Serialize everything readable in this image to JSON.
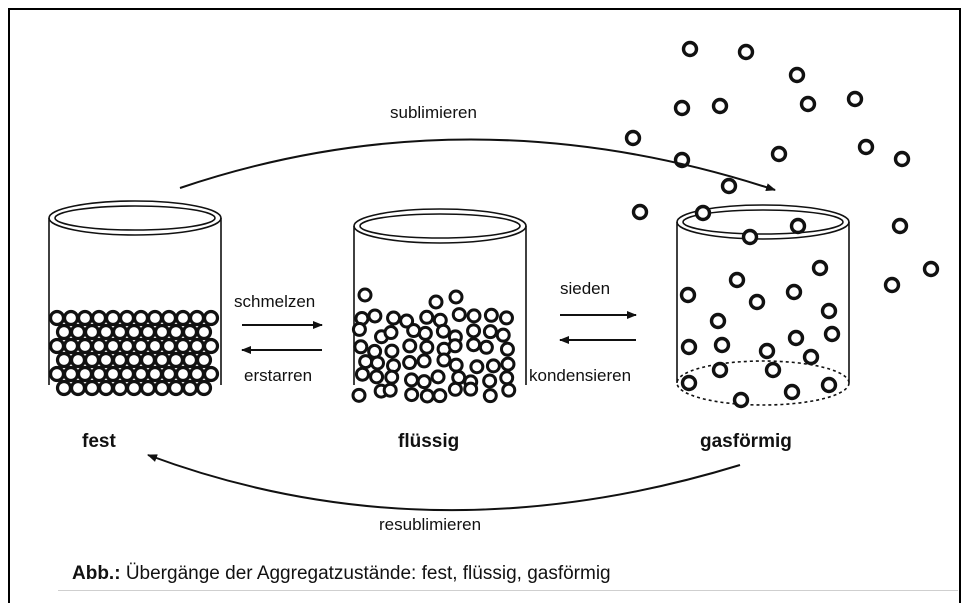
{
  "labels": {
    "sublimieren": "sublimieren",
    "schmelzen": "schmelzen",
    "erstarren": "erstarren",
    "sieden": "sieden",
    "kondensieren": "kondensieren",
    "resublimieren": "resublimieren"
  },
  "states": {
    "solid": "fest",
    "liquid": "flüssig",
    "gas": "gasförmig"
  },
  "caption": {
    "prefix": "Abb.:",
    "text": " Übergänge der Aggregatzustände: fest, flüssig, gasförmig"
  }
}
